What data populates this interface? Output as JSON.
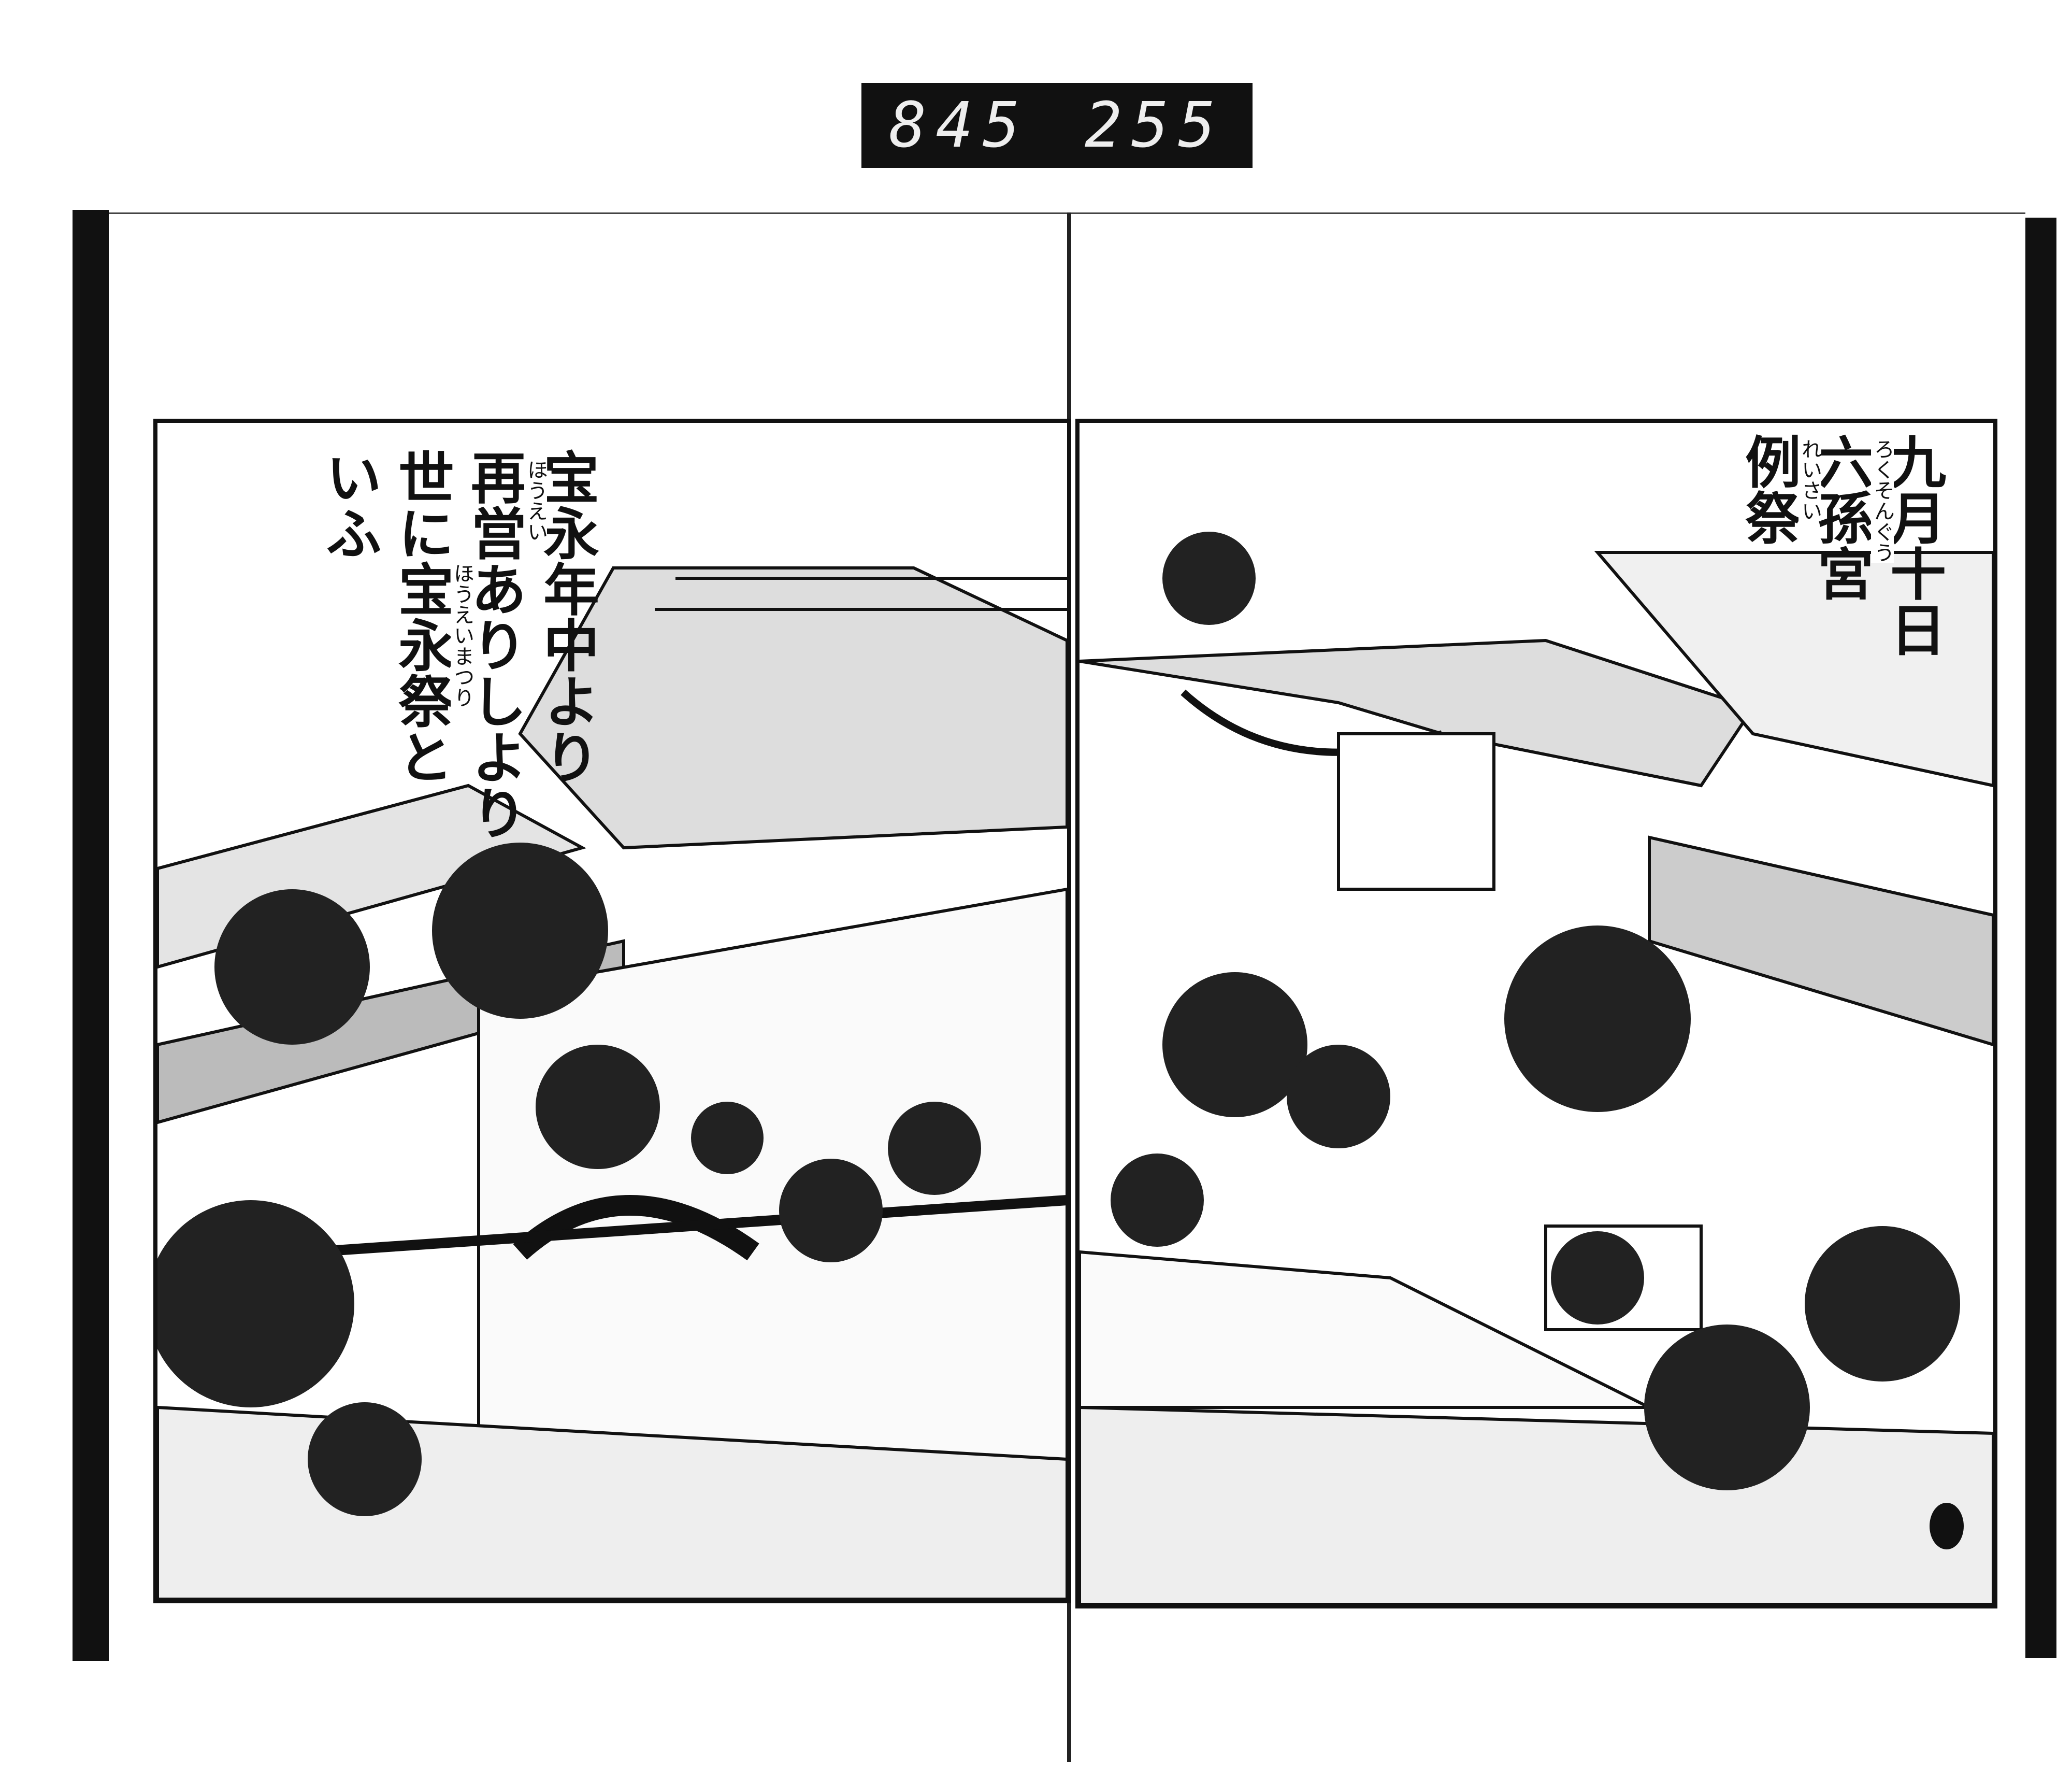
{
  "archive_label": {
    "left_number": "845",
    "right_number": "255"
  },
  "right_page": {
    "caption_lines": [
      "九月十日",
      "六孫宮",
      "例祭"
    ],
    "ruby": {
      "六孫宮": "ろくそんぐう",
      "例祭": "れいさい"
    }
  },
  "left_page": {
    "caption_lines": [
      "宝永年中より",
      "再営ありしより",
      "世に宝永祭と",
      "いふ"
    ],
    "ruby": {
      "宝永": "ほうえい",
      "宝永祭": "ほうえいまつり"
    }
  },
  "illustration": {
    "subject": "shrine-festival-procession",
    "ink": "#111111",
    "paper": "#ffffff"
  }
}
